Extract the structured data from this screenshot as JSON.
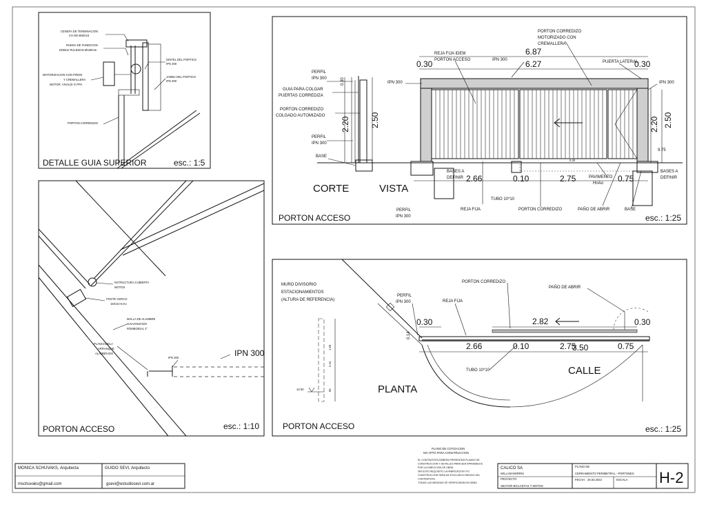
{
  "panel_detail": {
    "title": "DETALLE GUIA SUPERIOR",
    "scale": "esc.: 1:5",
    "labels": {
      "cenefa1": "CENEFA DE TERMINACION",
      "cenefa2": "CH DD BWG16",
      "rueda1": "RUEDA DE FUNDICION",
      "rueda2": "DOBLE RULEMAN Ø150mm",
      "motor1": "MOTORIZACION CON PIÑON",
      "motor2": "Y CREMALLERA",
      "motor3": "MOTOR: VIVALDI O PPA",
      "portonc": "PORTON CORREDIZO",
      "dintel1": "DINTEL DEL PORTICO",
      "dintel2": "IPN 300",
      "jamba1": "JAMBA DEL PORTICO",
      "jamba2": "IPN 300"
    }
  },
  "panel_corte": {
    "title": "PORTON ACCESO",
    "scale": "esc.: 1:25",
    "corte": "CORTE",
    "vista": "VISTA",
    "labels": {
      "perfil_a1": "PERFIL",
      "perfil_a2": "IPN 300",
      "guia1": "GUIA PARA COLGAR",
      "guia2": "PUERTAS CORREDIZA",
      "pcolg1": "PORTON CORREDIZO",
      "pcolg2": "COLGADO AUTOMIZADO",
      "perfil_b1": "PERFIL",
      "perfil_b2": "IPN 300",
      "base": "BASE",
      "ipn_l": "IPN 300",
      "ipn_r": "IPN 300",
      "reja_idem": "REJA FIJA IDEM",
      "porton_acceso": "PORTON ACCESO",
      "ipn_top": "IPN 300",
      "pcm1": "PORTON CORREDIZO",
      "pcm2": "MOTORIZADO CON",
      "pcm3": "CREMALLERA",
      "puerta_lateral": "PUERTA LATERAL",
      "bases1": "BASES A",
      "bases2": "DEFINIR",
      "bases3": "BASES A",
      "bases4": "DEFINIR",
      "pav1": "PAVIMENTO",
      "pav2": "HnAo",
      "perfil_c1": "PERFIL",
      "perfil_c2": "IPN 300",
      "reja_fija": "REJA FIJA",
      "tubo": "TUBO 10*10",
      "porton_corr": "PORTON CORREDIZO",
      "pano": "PAÑO DE ABRIR",
      "base2": "BASE"
    },
    "dims": {
      "d687": "6.87",
      "d627": "6.27",
      "d030a": "0.30",
      "d030b": "0.30",
      "d030c": "0.30",
      "d250a": "2.50",
      "d220a": "2.20",
      "d220b": "2.20",
      "d250b": "2.50",
      "d975": "9.75",
      "d266": "2.66",
      "d010": "0.10",
      "d275": "2.75",
      "d075": "0.75",
      "d030d": "0.30"
    }
  },
  "panel_detail2": {
    "title": "PORTON ACCESO",
    "scale": "esc.: 1:10",
    "ipn": "IPN 300",
    "labels": {
      "estr1": "ESTRUCTURA CUBIERTA",
      "estr2": "MOTOS",
      "poste1": "POSTE CERCO",
      "poste2": "15X15 HnAo",
      "malla1": "MALLA DE ALAMBRE",
      "malla2": "GALVANIZADO",
      "malla3": "ROMBOIDAL 2\"",
      "planch1": "PLANCHUELA",
      "planch2": "ARRANQUE",
      "planch3": "ALAMBRADO",
      "ipn_small": "IPN 300"
    }
  },
  "panel_planta": {
    "title": "PORTON ACCESO",
    "scale": "esc.: 1:25",
    "planta": "PLANTA",
    "calle": "CALLE",
    "labels": {
      "muro1": "MURO DIVISORIO",
      "muro2": "ESTACIONAMIENTOS",
      "muro3": "(ALTURA DE REFERENCIA)",
      "perfil1": "PERFIL",
      "perfil2": "IPN 300",
      "reja": "REJA FIJA",
      "porton_corr": "PORTON CORREDIZO",
      "pano": "PAÑO DE ABRIR",
      "tubo": "TUBO 10*10",
      "lvl": "10.00"
    },
    "dims": {
      "d030a": "0.30",
      "d014": "0.14",
      "d282": "2.82",
      "d030b": "0.30",
      "d266": "2.66",
      "d010": "0.10",
      "d275": "2.75",
      "d350": "3.50",
      "d075": "0.75",
      "v1": "1.59",
      "v2": "2.44",
      "v3": "85"
    }
  },
  "title_block": {
    "arch1": "MONICA SCHUVAKS, Arquitecta",
    "arch2": "GUIDO SEVI, Arquitecto",
    "email1": "mschuvaks@gmail.com",
    "email2": "gsevi@estudiosevi.com.ar",
    "note_title1": "PLANO DE COTIZACION",
    "note_title2": "NO APTO PARA CONSTRUCCION",
    "note_lines": [
      "EL CONTRATISTA DEBERA PRESENTAR PLANOS DE",
      "CONSTRUCCION Y DETALLES PARA SER APROBADOS",
      "POR LA DIRECCION DE OBRA.",
      "SIN ESTE REQUISITO LA FABRICACION Y/O",
      "CONSTRUCCION SERA DE EXCLUSIVO RIESGO DEL",
      "CONTRATISTA.",
      "TODAS LAS MEDIDAS SE VERIFICARAN EN OBRA"
    ],
    "client": "CALICO SA",
    "address": "WILLAM MORRIS",
    "proyecto_label": "PROYECTO",
    "proyecto": "SECTOR BICLCETAS Y MOTOS",
    "plano_label": "PLANO DE",
    "plano": "CERRAMIENTO PERIMETRAL - PORTONES",
    "fecha_label": "FECHA:",
    "fecha": "26.03.2022",
    "escala_label": "ESCALA",
    "sheet": "H-2"
  }
}
